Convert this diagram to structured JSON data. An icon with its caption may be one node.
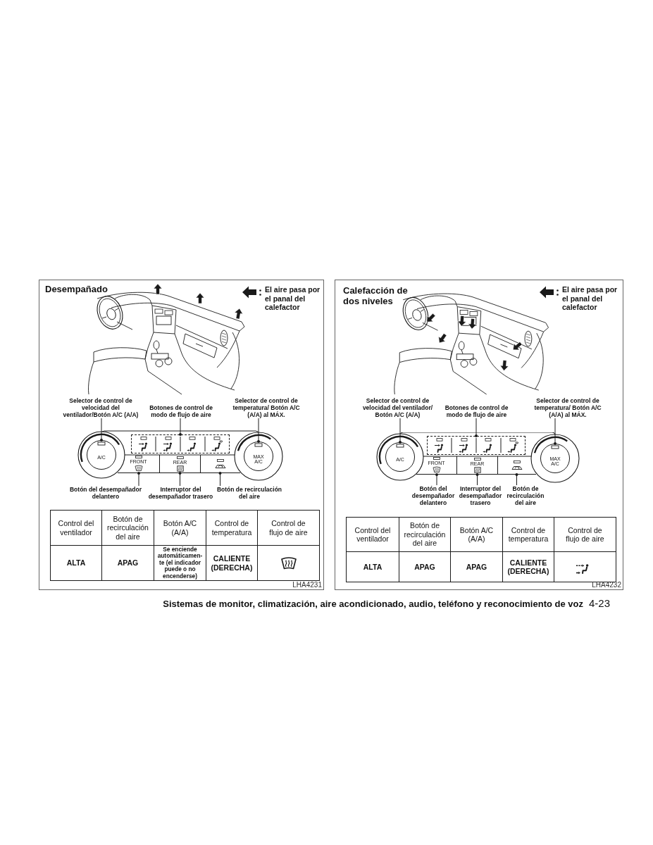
{
  "diagram": {
    "nodes": [
      {
        "text": [
          "Desempañado"
        ]
      },
      {
        "text": [
          "Selector de control de velocidad del ventilador/Botón A/C (A/A)"
        ],
        "in": 0
      },
      {
        "text": [
          "Botones de control de modo de flujo de aire"
        ],
        "in": 0
      },
      {
        "text": [
          "Selector de control de temperatura/ Botón A/C (A/A) al MÁX."
        ],
        "in": 0
      },
      {
        "text": [
          "A/C"
        ],
        "in": 0
      },
      {
        "text": [],
        "shape": "box",
        "in": 0
      },
      {
        "text": [
          "MAX A/C"
        ],
        "in": 0
      },
      {
        "text": [
          "FRONT"
        ],
        "in": 0
      },
      {
        "text": [
          "REAR"
        ],
        "in": 0
      },
      {
        "text": [],
        "shape": "box",
        "in": 0
      },
      {
        "text": [
          "Botón del desempañador delantero"
        ],
        "in": 0
      },
      {
        "text": [
          "Interruptor del desempañador trasero"
        ],
        "in": 0
      },
      {
        "text": [
          "Botón de recirculación del aire"
        ],
        "in": 0
      },
      {
        "text": [
          "Calefacción de dos niveles"
        ]
      },
      {
        "text": [
          "Selector de control de velocidad del ventilador/ Botón A/C (A/A)"
        ],
        "in": 13
      },
      {
        "text": [
          "Botones de control de modo de flujo de aire"
        ],
        "in": 13
      },
      {
        "text": [
          "Selector de control de temperatura/ Botón A/C (A/A) al MÁX."
        ],
        "in": 13
      },
      {
        "text": [
          "A/C"
        ],
        "in": 13
      },
      {
        "text": [],
        "shape": "box",
        "in": 13
      },
      {
        "text": [
          "MAX A/C"
        ],
        "in": 13
      },
      {
        "text": [
          "FRONT"
        ],
        "in": 13
      },
      {
        "text": [
          "REAR"
        ],
        "in": 13
      },
      {
        "text": [],
        "shape": "box",
        "in": 13
      },
      {
        "text": [
          "Botón del desempañador delantero"
        ],
        "in": 13
      },
      {
        "text": [
          "Interruptor del desempañador trasero"
        ],
        "in": 13
      },
      {
        "text": [
          "Botón de recirculación del aire"
        ],
        "in": 13
      }
    ],
    "edges": [
      {
        "from": 1,
        "to": 4,
        "arrow": "other"
      },
      {
        "from": 2,
        "to": 5,
        "arrow": "other"
      },
      {
        "from": 3,
        "to": 6,
        "arrow": "other"
      },
      {
        "from": 10,
        "to": 7,
        "arrow": "other"
      },
      {
        "from": 11,
        "to": 8,
        "arrow": "other"
      },
      {
        "from": 12,
        "to": 9,
        "arrow": "other"
      },
      {
        "from": 14,
        "to": 17,
        "arrow": "other"
      },
      {
        "from": 15,
        "to": 18,
        "arrow": "other"
      },
      {
        "from": 16,
        "to": 19,
        "arrow": "other"
      },
      {
        "from": 23,
        "to": 20,
        "arrow": "other"
      },
      {
        "from": 24,
        "to": 21,
        "arrow": "other"
      },
      {
        "from": 25,
        "to": 22,
        "arrow": "other"
      }
    ],
    "labels": [
      "Control del ventilador",
      "Botón de recirculación del aire",
      "Botón A/C (A/A)",
      "Control de temperatura",
      "Control de flujo de aire",
      "ALTA",
      "APAG",
      "Se enciende automáticamen- te (el indicador puede o no encenderse)",
      "CALIENTE (DERECHA)",
      "LHA4231",
      "Control del ventilador",
      "Botón de recirculación del aire",
      "Botón A/C (A/A)",
      "Control de temperatura",
      "Control de flujo de aire",
      "ALTA",
      "APAG",
      "APAG",
      "CALIENTE (DERECHA)",
      "LHA4232",
      "Sistemas de monitor, climatización, aire acondicionado, audio, teléfono y reconocimiento de voz",
      "4-23"
    ],
    "legend": [
      {
        "text": "El aire pasa por el panal del calefactor"
      },
      {
        "text": "El aire pasa por el panal del calefactor"
      }
    ]
  }
}
